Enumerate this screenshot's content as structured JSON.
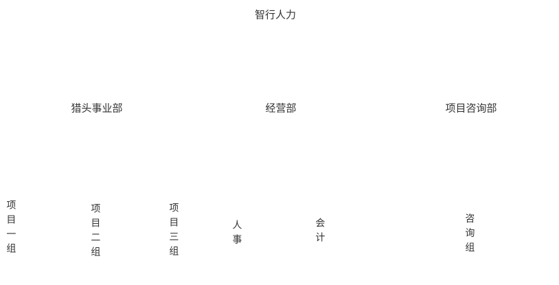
{
  "colors": {
    "background": "#ffffff",
    "text": "#333333"
  },
  "org_chart": {
    "type": "tree",
    "root": {
      "label": "智行人力"
    },
    "departments": [
      {
        "label": "猎头事业部",
        "children": [
          {
            "label": "项目一组"
          },
          {
            "label": "项目二组"
          },
          {
            "label": "项目三组"
          }
        ]
      },
      {
        "label": "经营部",
        "children": [
          {
            "label": "人事"
          },
          {
            "label": "会计"
          }
        ]
      },
      {
        "label": "项目咨询部",
        "children": [
          {
            "label": "咨询组"
          }
        ]
      }
    ]
  }
}
